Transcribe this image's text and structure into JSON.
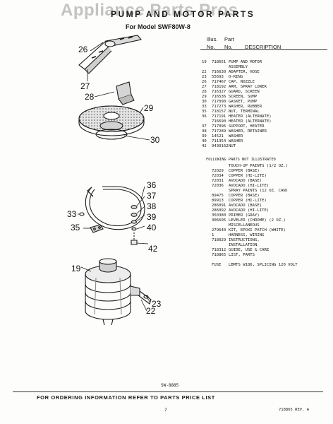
{
  "watermark": "Appliance Parts Pros",
  "title": "PUMP AND MOTOR PARTS",
  "model": "For Model SWF80W-8",
  "table_header": {
    "illus": "Illus.",
    "part": "Part",
    "no1": "No.",
    "no2": "No.",
    "description": "DESCRIPTION"
  },
  "parts": [
    {
      "il": "19",
      "pn": "718651",
      "ds": "PUMP AND MOTOR"
    },
    {
      "il": "",
      "pn": "",
      "ds": "ASSEMBLY"
    },
    {
      "il": "22",
      "pn": "716630",
      "ds": "ADAPTER, HOSE"
    },
    {
      "il": "23",
      "pn": "55693",
      "ds": "O-RING"
    },
    {
      "il": "26",
      "pn": "717467",
      "ds": "CAP, NOZZLE"
    },
    {
      "il": "27",
      "pn": "718192",
      "ds": "ARM, SPRAY LOWER"
    },
    {
      "il": "28",
      "pn": "716327",
      "ds": "GUARD, SCREEN"
    },
    {
      "il": "29",
      "pn": "716536",
      "ds": "SCREEN, SUMP"
    },
    {
      "il": "30",
      "pn": "717090",
      "ds": "GASKET, PUMP"
    },
    {
      "il": "33",
      "pn": "717273",
      "ds": "WASHER, RUBBER"
    },
    {
      "il": "35",
      "pn": "718157",
      "ds": "NUT, TERMINAL"
    },
    {
      "il": "36",
      "pn": "717191",
      "ds": "HEATER (ALTERNATE)"
    },
    {
      "il": "",
      "pn": "716690",
      "ds": "HEATER (ALTERNATE)"
    },
    {
      "il": "37",
      "pn": "717096",
      "ds": "SUPPORT, HEATER"
    },
    {
      "il": "38",
      "pn": "717289",
      "ds": "WASHER, RETAINER"
    },
    {
      "il": "39",
      "pn": "14521",
      "ds": "WASHER"
    },
    {
      "il": "40",
      "pn": "711354",
      "ds": "WASHER"
    },
    {
      "il": "42",
      "pn": "9430162",
      "ds": "NUT"
    }
  ],
  "not_illustrated_header": "FOLLOWING PARTS NOT ILLUSTRATED",
  "misc_parts": [
    {
      "il": "",
      "pn": "",
      "ds": "TOUCH-UP PAINTS (1/2 OZ.)"
    },
    {
      "il": "",
      "pn": "72029",
      "ds": "COPPER (BASE)"
    },
    {
      "il": "",
      "pn": "72034",
      "ds": "COPPER (HI-LITE)"
    },
    {
      "il": "",
      "pn": "72031",
      "ds": "AVOCADO (BASE)"
    },
    {
      "il": "",
      "pn": "72036",
      "ds": "AVOCADO (HI-LITE)"
    },
    {
      "il": "",
      "pn": "",
      "ds": "SPRAY PAINTS (12 OZ. CAN)"
    },
    {
      "il": "",
      "pn": "89475",
      "ds": "COPPER (BASE)"
    },
    {
      "il": "",
      "pn": "89913",
      "ds": "COPPER (HI-LITE)"
    },
    {
      "il": "",
      "pn": "286091",
      "ds": "AVOCADO (BASE)"
    },
    {
      "il": "",
      "pn": "286092",
      "ds": "AVOCADO (HI-LITE)"
    },
    {
      "il": "",
      "pn": "350380",
      "ds": "PRIMER (GRAY)"
    },
    {
      "il": "",
      "pn": "306695",
      "ds": "LEVELER (CHROME) (2 OZ.)"
    },
    {
      "il": "",
      "pn": "",
      "ds": "MISCELLANEOUS"
    },
    {
      "il": "",
      "pn": "279640",
      "ds": "KIT, EPOXI PATCH (WHITE)"
    },
    {
      "il": "",
      "pn": "1",
      "ds": "HARNESS, WIRING"
    },
    {
      "il": "",
      "pn": "718029",
      "ds": "INSTRUCTIONS,"
    },
    {
      "il": "",
      "pn": "",
      "ds": "INSTALLATION"
    },
    {
      "il": "",
      "pn": "718312",
      "ds": "GUIDE, USE & CARE"
    },
    {
      "il": "",
      "pn": "718865",
      "ds": "LIST, PARTS"
    },
    {
      "il": "",
      "pn": "",
      "ds": ""
    },
    {
      "il": "",
      "pn": "FUSE",
      "ds": "LBMTS W186, SPLICING 120 VOLT"
    }
  ],
  "callouts": {
    "c26": "26",
    "c27": "27",
    "c28": "28",
    "c29": "29",
    "c30": "30",
    "c36": "36",
    "c37": "37",
    "c33": "33",
    "c38": "38",
    "c39": "39",
    "c35": "35",
    "c40": "40",
    "c42": "42",
    "c19": "19",
    "c23": "23",
    "c22": "22"
  },
  "sheet_code": "SW-8885",
  "footer": "FOR ORDERING INFORMATION REFER TO PARTS PRICE LIST",
  "page_number": "7",
  "revision": "718865   REV. A"
}
